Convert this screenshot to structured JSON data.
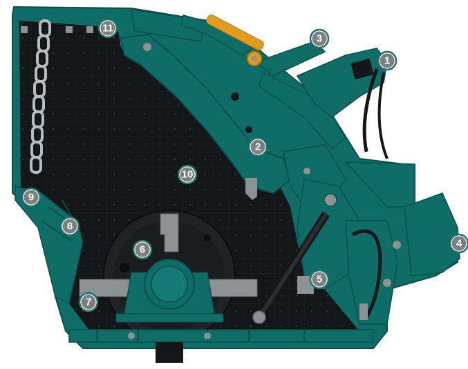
{
  "colors": {
    "body_teal": "#0f6d68",
    "body_teal_dark": "#0a4f4b",
    "chamber_black": "#141618",
    "steel_grey": "#8c9193",
    "chain_grey": "#b9bdbf",
    "cylinder_orange": "#e39b1e",
    "callout_grey": "#7a7f80"
  },
  "callouts": [
    {
      "id": "1",
      "label": "1"
    },
    {
      "id": "2",
      "label": "2"
    },
    {
      "id": "3",
      "label": "3"
    },
    {
      "id": "4",
      "label": "4"
    },
    {
      "id": "5",
      "label": "5"
    },
    {
      "id": "6",
      "label": "6"
    },
    {
      "id": "7",
      "label": "7"
    },
    {
      "id": "8",
      "label": "8"
    },
    {
      "id": "9",
      "label": "9"
    },
    {
      "id": "10",
      "label": "10"
    },
    {
      "id": "11",
      "label": "11"
    }
  ]
}
